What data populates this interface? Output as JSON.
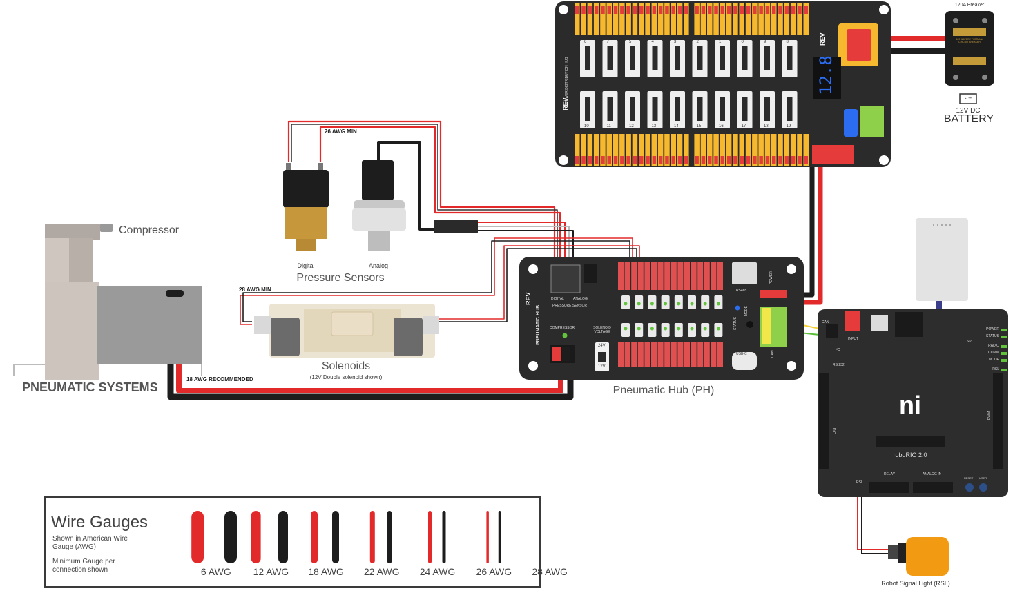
{
  "diagram": {
    "section_title": "PNEUMATIC SYSTEMS",
    "compressor_label": "Compressor",
    "pressure_sensors": {
      "title": "Pressure Sensors",
      "digital_label": "Digital",
      "analog_label": "Analog",
      "wire_note": "26 AWG MIN"
    },
    "solenoids": {
      "title": "Solenoids",
      "subtitle": "(12V Double solenoid shown)",
      "wire_note": "28 AWG MIN"
    },
    "compressor_wire_note": "18 AWG RECOMMENDED",
    "pneumatic_hub": {
      "label": "Pneumatic Hub (PH)",
      "board_text": "PNEUMATIC HUB",
      "brand": "REV",
      "compressor_text": "COMPRESSOR",
      "solenoid_voltage_text": "SOLENOID VOLTAGE",
      "voltage_options": [
        "24V",
        "12V"
      ],
      "sensor_text": "PRESSURE SENSOR",
      "digital_text": "DIGITAL",
      "analog_text": "ANALOG",
      "status_text": "STATUS",
      "mode_text": "MODE",
      "usb_text": "USB-C",
      "can_text": "CAN",
      "rs485_text": "RS485",
      "power_text": "POWER"
    },
    "pdh": {
      "board_text": "POWER DISTRIBUTION HUB",
      "brand": "REV",
      "display_value": "12.8",
      "top_channels": [
        "6",
        "7",
        "5",
        "4",
        "3",
        "2",
        "1",
        "0",
        "9",
        "8"
      ],
      "bottom_channels": [
        "10",
        "11",
        "12",
        "13",
        "14",
        "15",
        "16",
        "17",
        "18",
        "19"
      ]
    },
    "breaker": {
      "title": "120A Breaker",
      "body_text": "120 AMPERE THERMAL CIRCUIT BREAKER"
    },
    "battery": {
      "voltage": "12V DC",
      "label": "BATTERY",
      "terminals": "- +"
    },
    "roborio": {
      "label": "roboRIO 2.0",
      "logo": "ni",
      "ports": {
        "can": "CAN",
        "input": "INPUT",
        "i2c": "I²C",
        "rs232": "RS 232",
        "dio": "DIO",
        "pwm": "PWM",
        "relay": "RELAY",
        "analog_in": "ANALOG IN",
        "rsl": "RSL",
        "spi": "SPI",
        "reset": "RESET",
        "user": "USER"
      },
      "status_leds": [
        "POWER",
        "STATUS",
        "RADIO",
        "COMM",
        "MODE",
        "RSL"
      ]
    },
    "rsl_label": "Robot Signal Light (RSL)"
  },
  "legend": {
    "title": "Wire Gauges",
    "note1": "Shown in American Wire Gauge (AWG)",
    "note2": "Minimum Gauge per connection shown",
    "gauges": [
      {
        "label": "6 AWG",
        "width": 18
      },
      {
        "label": "12 AWG",
        "width": 14
      },
      {
        "label": "18 AWG",
        "width": 10
      },
      {
        "label": "22 AWG",
        "width": 7
      },
      {
        "label": "24 AWG",
        "width": 5
      },
      {
        "label": "26 AWG",
        "width": 3.5
      },
      {
        "label": "28 AWG",
        "width": 1.5
      }
    ]
  },
  "colors": {
    "red_wire": "#e32a2b",
    "black_wire": "#1d1d1d",
    "board": "#2b2b2b",
    "connector_yellow": "#f5b82e",
    "connector_red": "#e63b3b",
    "green_led": "#61c43b",
    "display_blue": "#2c6cf0",
    "rsl_orange": "#f29a12"
  }
}
